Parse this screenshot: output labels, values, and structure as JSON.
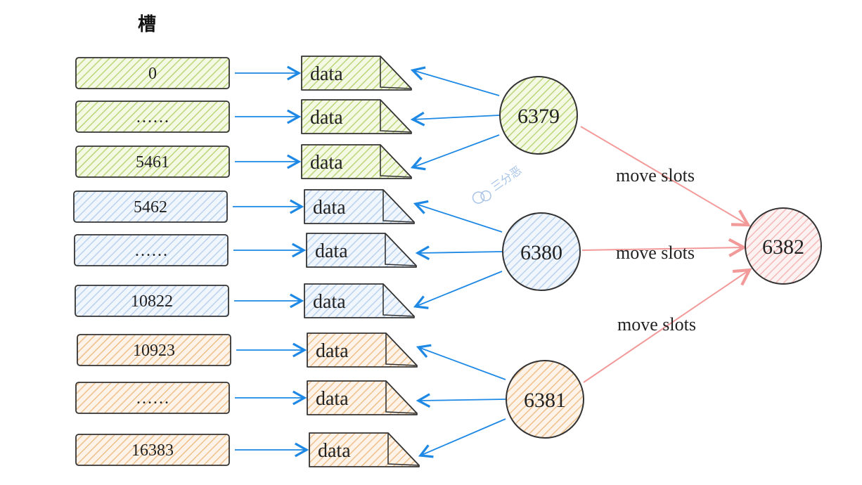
{
  "title": "槽",
  "colors": {
    "green": "#dde9b3",
    "blue": "#dbe8f6",
    "orange": "#f8dfc4",
    "pink": "#fbdada",
    "arrow_blue": "#1e88e5",
    "arrow_pink": "#f29a9a",
    "stroke": "#333333"
  },
  "groups": [
    {
      "node": "6379",
      "color": "green",
      "slots": [
        "0",
        "……",
        "5461"
      ]
    },
    {
      "node": "6380",
      "color": "blue",
      "slots": [
        "5462",
        "……",
        "10822"
      ]
    },
    {
      "node": "6381",
      "color": "orange",
      "slots": [
        "10923",
        "……",
        "16383"
      ]
    }
  ],
  "data_label": "data",
  "target_node": "6382",
  "move_label": "move slots",
  "watermark": "三分恶"
}
